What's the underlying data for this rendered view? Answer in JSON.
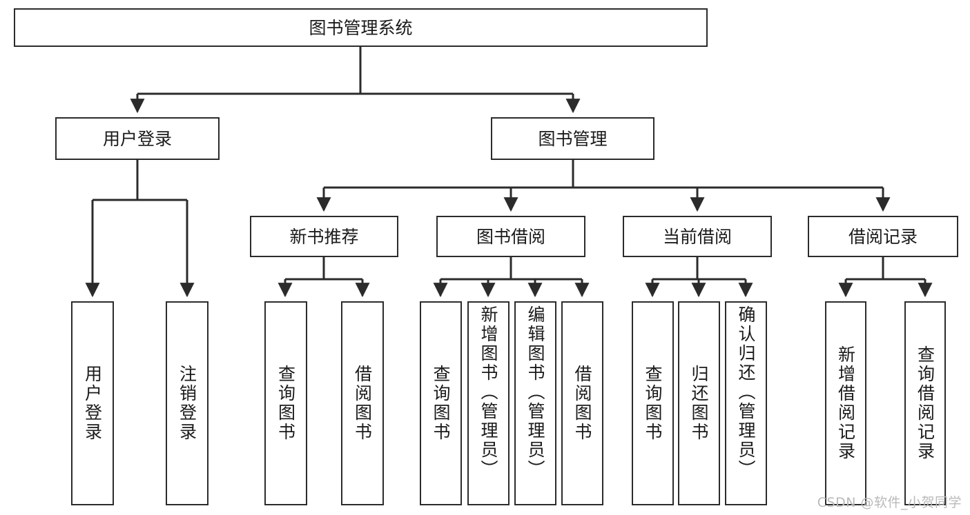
{
  "diagram": {
    "title": "图书管理系统",
    "type": "tree",
    "root": {
      "id": "root",
      "label": "图书管理系统",
      "orientation": "horizontal"
    },
    "level2": [
      {
        "id": "user-login",
        "label": "用户登录",
        "orientation": "horizontal"
      },
      {
        "id": "book-manage",
        "label": "图书管理",
        "orientation": "horizontal"
      }
    ],
    "level3": [
      {
        "id": "new-book-rec",
        "label": "新书推荐",
        "parent": "book-manage",
        "orientation": "horizontal"
      },
      {
        "id": "book-borrow",
        "label": "图书借阅",
        "parent": "book-manage",
        "orientation": "horizontal"
      },
      {
        "id": "current-borrow",
        "label": "当前借阅",
        "parent": "book-manage",
        "orientation": "horizontal"
      },
      {
        "id": "borrow-record",
        "label": "借阅记录",
        "parent": "book-manage",
        "orientation": "horizontal"
      }
    ],
    "leaves": [
      {
        "id": "leaf-user-login",
        "label": "用户登录",
        "parent": "user-login",
        "orientation": "vertical",
        "align": "center"
      },
      {
        "id": "leaf-logout",
        "label": "注销登录",
        "parent": "user-login",
        "orientation": "vertical",
        "align": "center"
      },
      {
        "id": "leaf-query-book-1",
        "label": "查询图书",
        "parent": "new-book-rec",
        "orientation": "vertical",
        "align": "center"
      },
      {
        "id": "leaf-borrow-book-1",
        "label": "借阅图书",
        "parent": "new-book-rec",
        "orientation": "vertical",
        "align": "center"
      },
      {
        "id": "leaf-query-book-2",
        "label": "查询图书",
        "parent": "book-borrow",
        "orientation": "vertical",
        "align": "center"
      },
      {
        "id": "leaf-add-book",
        "label": "新增图书（管理员）",
        "parent": "book-borrow",
        "orientation": "vertical",
        "align": "top"
      },
      {
        "id": "leaf-edit-book",
        "label": "编辑图书（管理员）",
        "parent": "book-borrow",
        "orientation": "vertical",
        "align": "top"
      },
      {
        "id": "leaf-borrow-book-2",
        "label": "借阅图书",
        "parent": "book-borrow",
        "orientation": "vertical",
        "align": "center"
      },
      {
        "id": "leaf-query-book-3",
        "label": "查询图书",
        "parent": "current-borrow",
        "orientation": "vertical",
        "align": "center"
      },
      {
        "id": "leaf-return-book",
        "label": "归还图书",
        "parent": "current-borrow",
        "orientation": "vertical",
        "align": "center"
      },
      {
        "id": "leaf-confirm-return",
        "label": "确认归还（管理员）",
        "parent": "current-borrow",
        "orientation": "vertical",
        "align": "top"
      },
      {
        "id": "leaf-add-record",
        "label": "新增借阅记录",
        "parent": "borrow-record",
        "orientation": "vertical",
        "align": "center"
      },
      {
        "id": "leaf-query-record",
        "label": "查询借阅记录",
        "parent": "borrow-record",
        "orientation": "vertical",
        "align": "center"
      }
    ],
    "watermark": "CSDN @软件_小贺同学",
    "colors": {
      "stroke": "#2b2b2b",
      "fill": "#ffffff",
      "text": "#1a1a1a",
      "watermark": "#b9b9b9"
    }
  }
}
